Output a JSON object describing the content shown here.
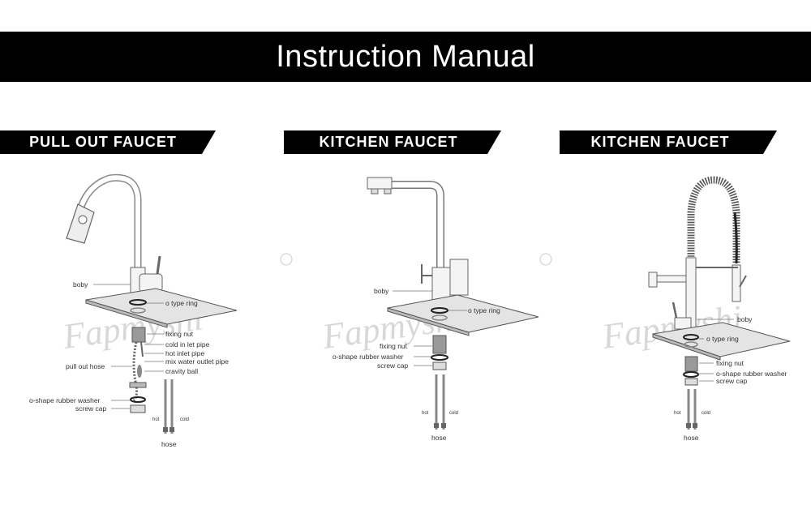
{
  "title": "Instruction Manual",
  "watermark": "Fapmyshi",
  "panels": [
    {
      "header": "PULL OUT FAUCET",
      "labels": {
        "boby": "boby",
        "o_ring": "o type ring",
        "fixing_nut": "fixing nut",
        "cold_inlet": "cold in let pipe",
        "hot_inlet": "hot inlet pipe",
        "mix_outlet": "mix water outlet pipe",
        "cravity_ball": "cravity ball",
        "pull_hose": "pull out hose",
        "washer": "o-shape rubber washer",
        "screw_cap": "screw cap",
        "hot": "hot",
        "cold": "cold",
        "hose": "hose"
      }
    },
    {
      "header": "KITCHEN FAUCET",
      "labels": {
        "boby": "boby",
        "o_ring": "o type ring",
        "fixing_nut": "fixing nut",
        "washer": "o-shape rubber washer",
        "screw_cap": "screw cap",
        "hot": "hot",
        "cold": "cold",
        "hose": "hose"
      }
    },
    {
      "header": "KITCHEN FAUCET",
      "labels": {
        "boby": "boby",
        "o_ring": "o type ring",
        "fixing_nut": "fixing nut",
        "washer": "o-shape rubber washer",
        "screw_cap": "screw cap",
        "hot": "hot",
        "cold": "cold",
        "hose": "hose"
      }
    }
  ],
  "colors": {
    "bar": "#000000",
    "bar_text": "#ffffff",
    "line": "#444444",
    "watermark": "#d8d8d8"
  }
}
